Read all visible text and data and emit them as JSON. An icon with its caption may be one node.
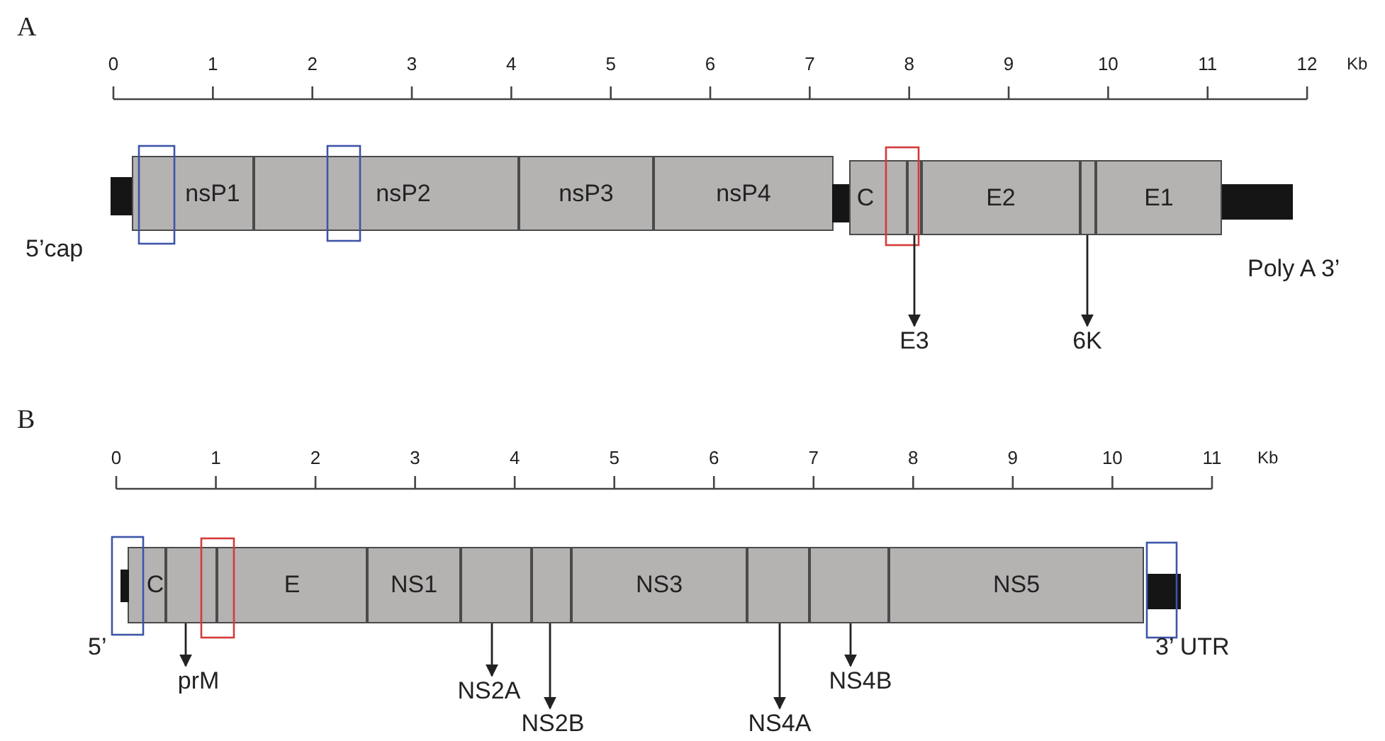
{
  "diagram": {
    "nodes": [
      {
        "text": [
          "nsP1"
        ]
      },
      {
        "text": [
          "nsP2"
        ]
      },
      {
        "text": [
          "nsP3"
        ]
      },
      {
        "text": [
          "nsP4"
        ]
      },
      {
        "text": [
          "C"
        ]
      },
      {
        "text": [],
        "shape": "box"
      },
      {
        "text": [
          "E2"
        ]
      },
      {
        "text": [],
        "shape": "box"
      },
      {
        "text": [
          "E1"
        ]
      },
      {
        "text": [
          "E3"
        ]
      },
      {
        "text": [
          "6K"
        ]
      },
      {
        "text": [
          "C"
        ]
      },
      {
        "text": [],
        "shape": "box"
      },
      {
        "text": [
          "E"
        ]
      },
      {
        "text": [
          "NS1"
        ]
      },
      {
        "text": [],
        "shape": "box"
      },
      {
        "text": [],
        "shape": "box"
      },
      {
        "text": [
          "NS3"
        ]
      },
      {
        "text": [],
        "shape": "box"
      },
      {
        "text": [],
        "shape": "box"
      },
      {
        "text": [
          "NS5"
        ]
      },
      {
        "text": [
          "prM"
        ]
      },
      {
        "text": [
          "NS2A"
        ]
      },
      {
        "text": [
          "NS2B"
        ]
      },
      {
        "text": [
          "NS4A"
        ]
      },
      {
        "text": [
          "NS4B"
        ]
      }
    ],
    "edges": [
      {
        "from": 5,
        "to": 9,
        "arrow": "to"
      },
      {
        "from": 7,
        "to": 10,
        "arrow": "to"
      },
      {
        "from": 12,
        "to": 21,
        "arrow": "to"
      },
      {
        "from": 15,
        "to": 22,
        "arrow": "to"
      },
      {
        "from": 16,
        "to": 23,
        "arrow": "to"
      },
      {
        "from": 18,
        "to": 24,
        "arrow": "to"
      },
      {
        "from": 19,
        "to": 25,
        "arrow": "to"
      }
    ],
    "labels": [
      "A",
      "0",
      "1",
      "2",
      "3",
      "4",
      "5",
      "6",
      "7",
      "8",
      "9",
      "10",
      "11",
      "12",
      "Kb",
      "5’cap",
      "Poly A 3’",
      "B",
      "0",
      "1",
      "2",
      "3",
      "4",
      "5",
      "6",
      "7",
      "8",
      "9",
      "10",
      "11",
      "Kb",
      "5’",
      "3’ UTR"
    ]
  }
}
